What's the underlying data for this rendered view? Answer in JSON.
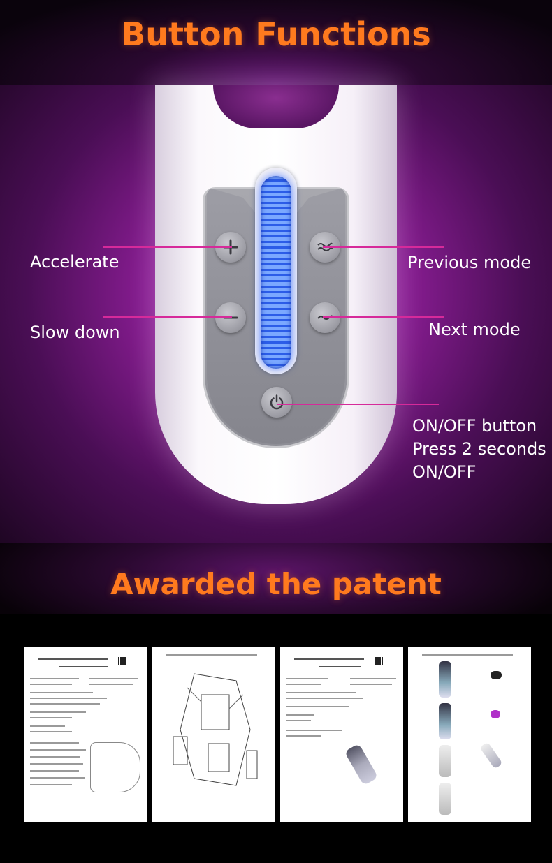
{
  "header": {
    "title": "Button Functions"
  },
  "controls": {
    "accelerate": "Accelerate",
    "slow_down": "Slow down",
    "previous_mode": "Previous mode",
    "next_mode": "Next mode",
    "power_line1": "ON/OFF button",
    "power_line2": "Press 2 seconds",
    "power_line3": "ON/OFF"
  },
  "patents": {
    "title": "Awarded the patent"
  },
  "colors": {
    "title": "#ff7a1e",
    "pointer_line": "#d62a9a",
    "led": "#2b5de8"
  },
  "icons": [
    "plus-icon",
    "minus-icon",
    "wave-double-icon",
    "wave-single-icon",
    "power-icon"
  ]
}
